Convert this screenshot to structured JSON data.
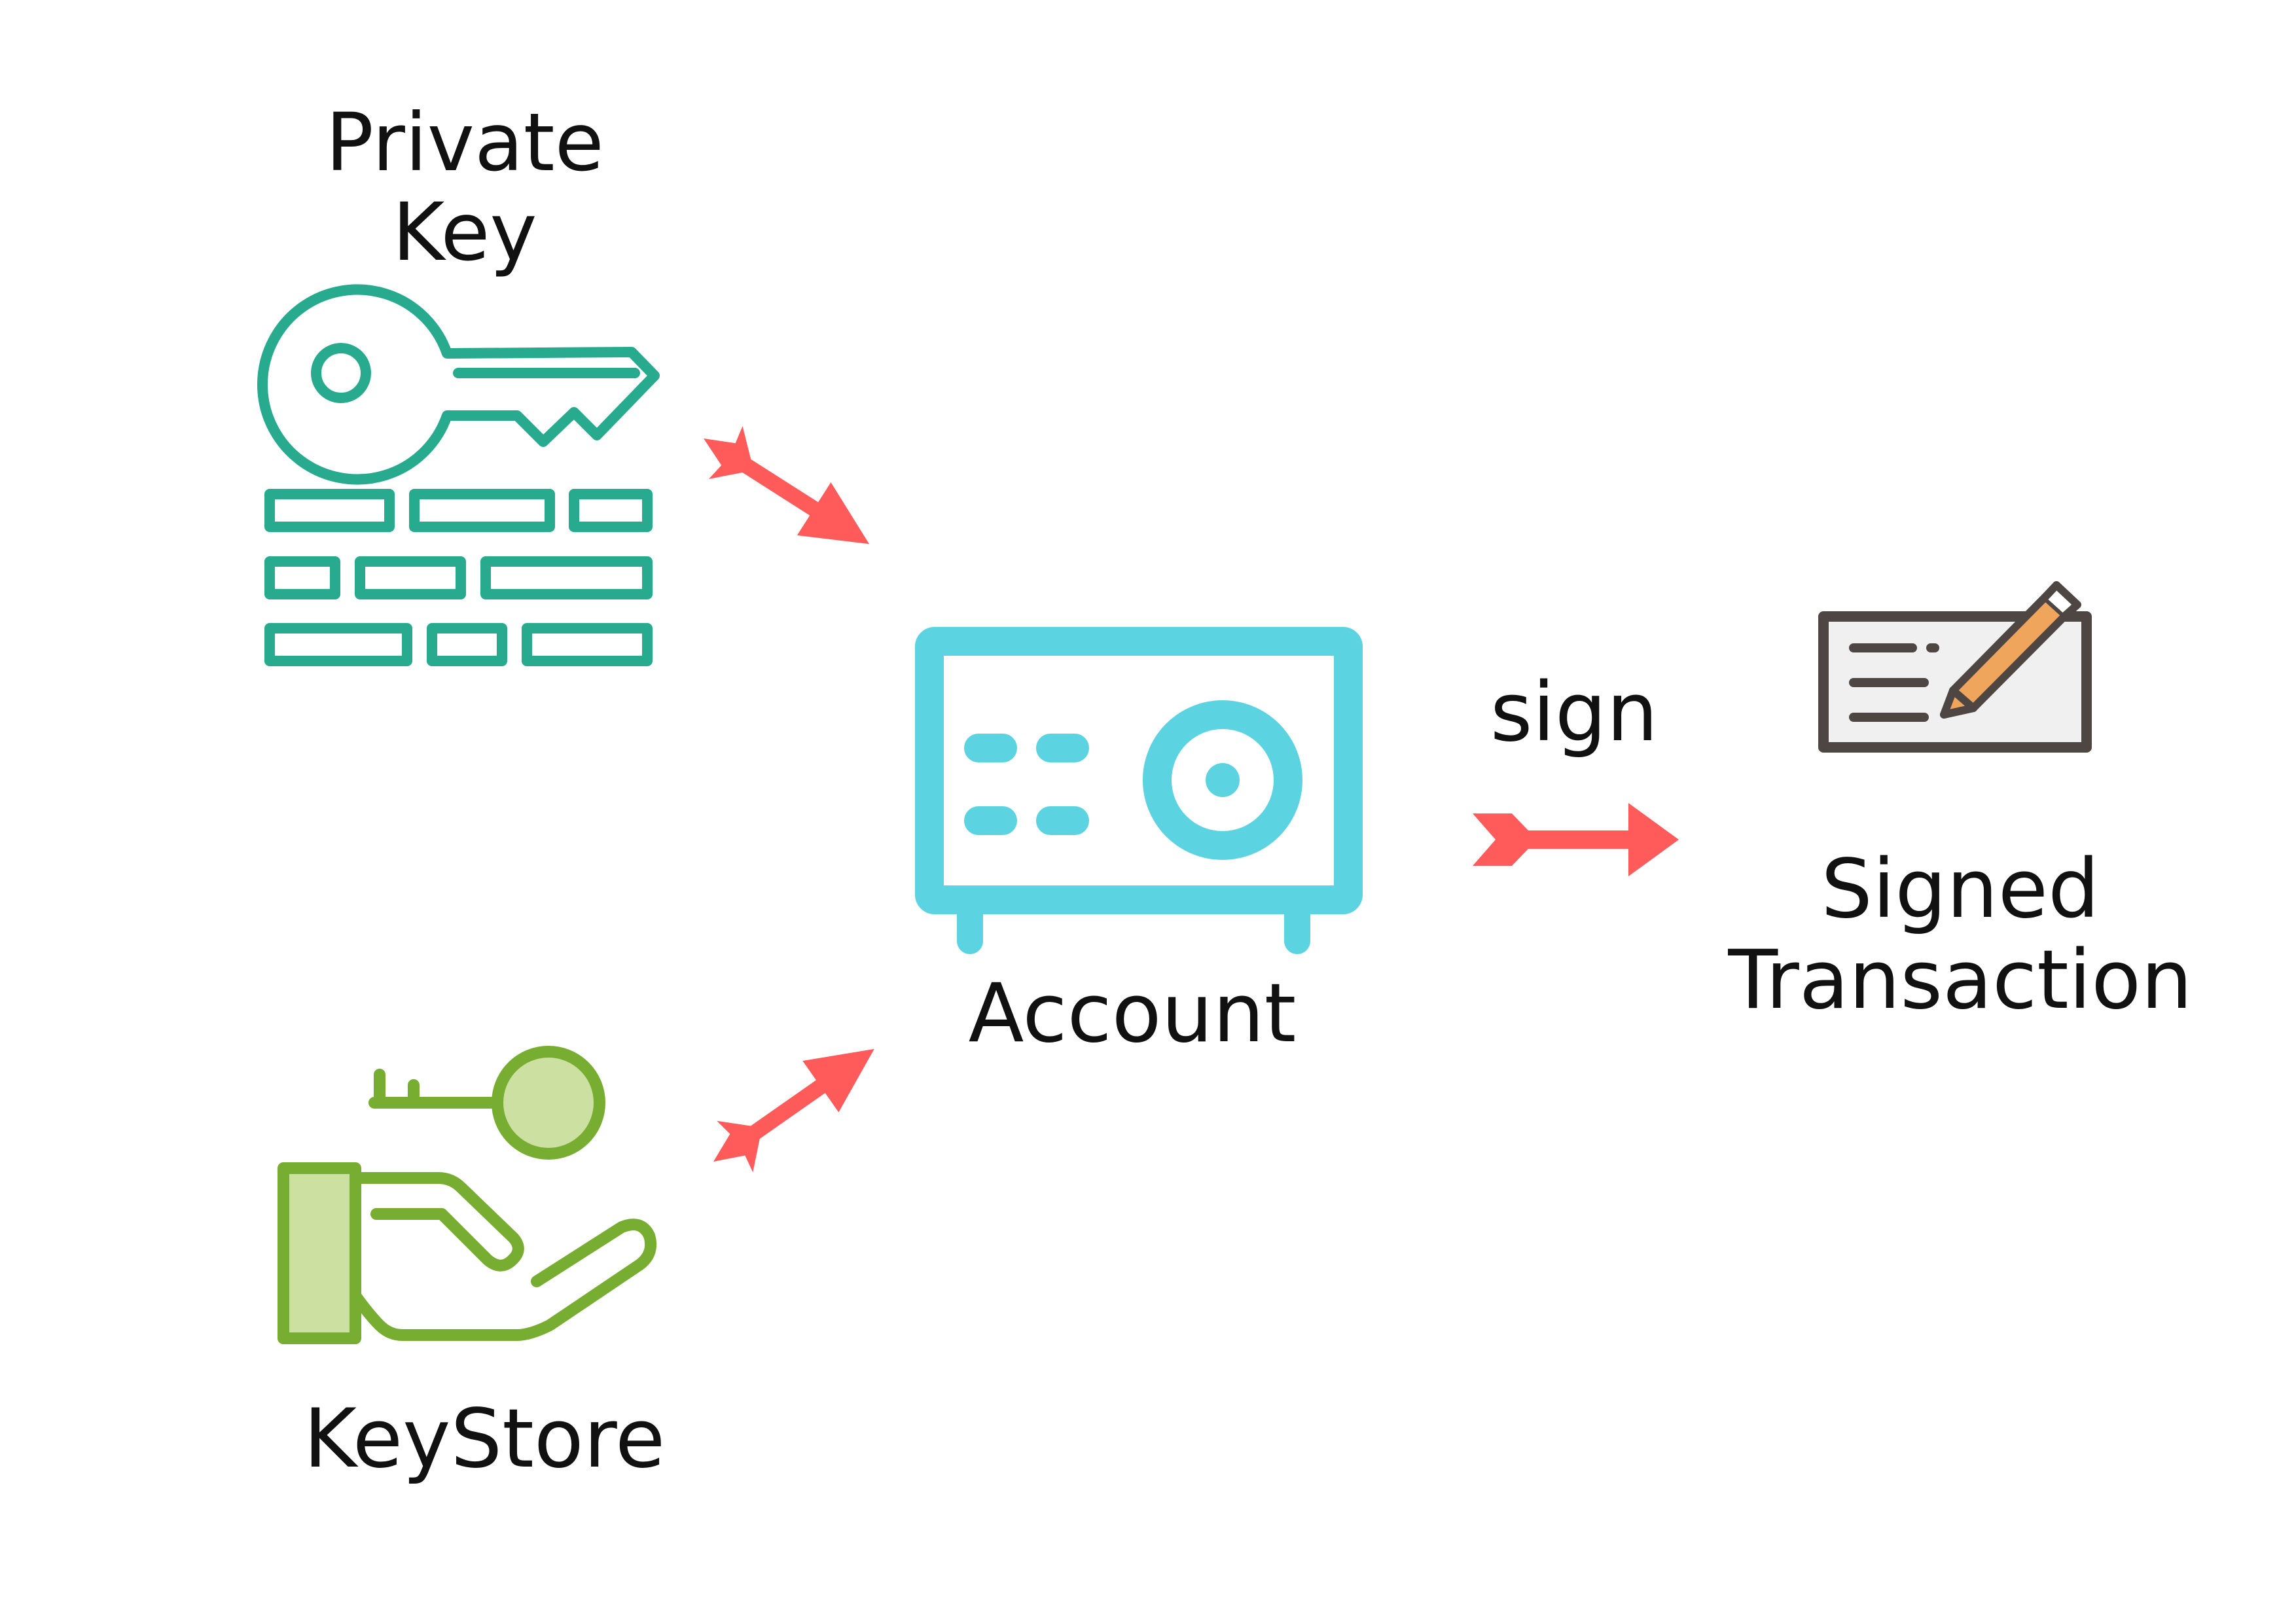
{
  "nodes": {
    "private_key": {
      "line1": "Private",
      "line2": "Key",
      "icon": "key-with-wall-icon"
    },
    "keystore": {
      "label": "KeyStore",
      "icon": "hand-holding-key-icon"
    },
    "account": {
      "label": "Account",
      "icon": "safe-vault-icon"
    },
    "signed_transaction": {
      "line1": "Signed",
      "line2": "Transaction",
      "icon": "signed-document-icon"
    }
  },
  "edges": [
    {
      "from": "private_key",
      "to": "account",
      "label": ""
    },
    {
      "from": "keystore",
      "to": "account",
      "label": ""
    },
    {
      "from": "account",
      "to": "signed_transaction",
      "label": "sign"
    }
  ],
  "colors": {
    "key_teal": "#27AA8E",
    "keystore_green": "#77AD31",
    "keystore_green_light": "#CCE0A1",
    "account_cyan": "#5BD3E0",
    "arrow_red": "#FF5B5B",
    "doc_outline": "#4E4642",
    "doc_fill": "#F0F0F0",
    "pencil_orange": "#F0A55C"
  }
}
